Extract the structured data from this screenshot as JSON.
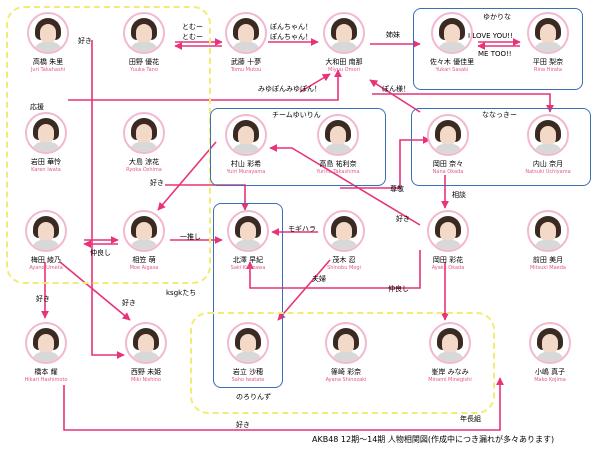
{
  "colors": {
    "link": "#e8327a",
    "yellow_box": "#f2ec72",
    "blue_box": "#3b6fb6",
    "avatar_ring": "#f3b8cf"
  },
  "members": {
    "takahashi": {
      "name": "高橋 朱里",
      "romaji": "Juri Takahashi"
    },
    "tano": {
      "name": "田野 優花",
      "romaji": "Yuuka Tano"
    },
    "muto": {
      "name": "武藤 十夢",
      "romaji": "Tomu Mutou"
    },
    "owada": {
      "name": "大和田 南那",
      "romaji": "Miyuu Omori"
    },
    "sasaki": {
      "name": "佐々木 優佳里",
      "romaji": "Yukari Sasaki"
    },
    "hirata": {
      "name": "平田 梨奈",
      "romaji": "Rina Hirata"
    },
    "iwata": {
      "name": "岩田 華怜",
      "romaji": "Karen Iwata"
    },
    "oshima": {
      "name": "大島 涼花",
      "romaji": "Ryoka Oshima"
    },
    "murayama": {
      "name": "村山 彩希",
      "romaji": "Yuiri Murayama"
    },
    "takashima": {
      "name": "高島 祐利奈",
      "romaji": "Yurina Takashima"
    },
    "okada_nana": {
      "name": "岡田 奈々",
      "romaji": "Nana Okada"
    },
    "uchiyama": {
      "name": "内山 奈月",
      "romaji": "Natsuki Uchiyama"
    },
    "umeta": {
      "name": "梅田 綾乃",
      "romaji": "Ayano Umeta"
    },
    "aigasa": {
      "name": "相笠 萌",
      "romaji": "Moe Aigasa"
    },
    "kitazawa": {
      "name": "北澤 早紀",
      "romaji": "Saki Kitazawa"
    },
    "mogi": {
      "name": "茂木 忍",
      "romaji": "Shinobu Mogi"
    },
    "okada_aya": {
      "name": "岡田 彩花",
      "romaji": "Ayaka Okada"
    },
    "maeda": {
      "name": "前田 美月",
      "romaji": "Mitsuki Maeda"
    },
    "hashimoto": {
      "name": "橋本 耀",
      "romaji": "Hikari Hashimoto"
    },
    "nishino": {
      "name": "西野 未姫",
      "romaji": "Miki Nishino"
    },
    "iwatate": {
      "name": "岩立 沙穂",
      "romaji": "Saho Iwatate"
    },
    "shinozaki": {
      "name": "篠崎 彩奈",
      "romaji": "Ayana Shinozaki"
    },
    "minegishi": {
      "name": "峯岸 みなみ",
      "romaji": "Minami Minegishi"
    },
    "kojima": {
      "name": "小嶋 真子",
      "romaji": "Mako Kojima"
    }
  },
  "labels": {
    "suki_top": "好き",
    "tomu_1": "とむー",
    "tomu_2": "とむー",
    "ponchan_1": "ぽんちゃん！",
    "ponchan_2": "ぽんちゃん！",
    "shimai": "姉妹",
    "ilove": "I LOVE YOU!!",
    "metoo": "ME TOO!!",
    "yukarina": "ゆかりな",
    "ouen": "応援",
    "miyupon": "みゆぽんみゆぽん！",
    "ponsama": "ぽん様！",
    "team_yuirin": "チームゆいりん",
    "nanakki": "ななっきー",
    "sonkei": "尊敬",
    "soudan": "相談",
    "suki_left": "好き",
    "suki_mid": "好き",
    "ichioshi": "一推し",
    "moguhara": "モギハラ",
    "nakayoshi_left": "仲良し",
    "ksgk": "ksgkたち",
    "fuufu": "夫婦",
    "nakayoshi_right": "仲良し",
    "suki_bl": "好き",
    "suki_bm": "好き",
    "nororinzu": "のろりんず",
    "nenchougumi": "年長組",
    "suki_bottom": "好き"
  },
  "footer": "AKB48 12期～14期 人物相関図(作成中につき漏れが多々あります)"
}
